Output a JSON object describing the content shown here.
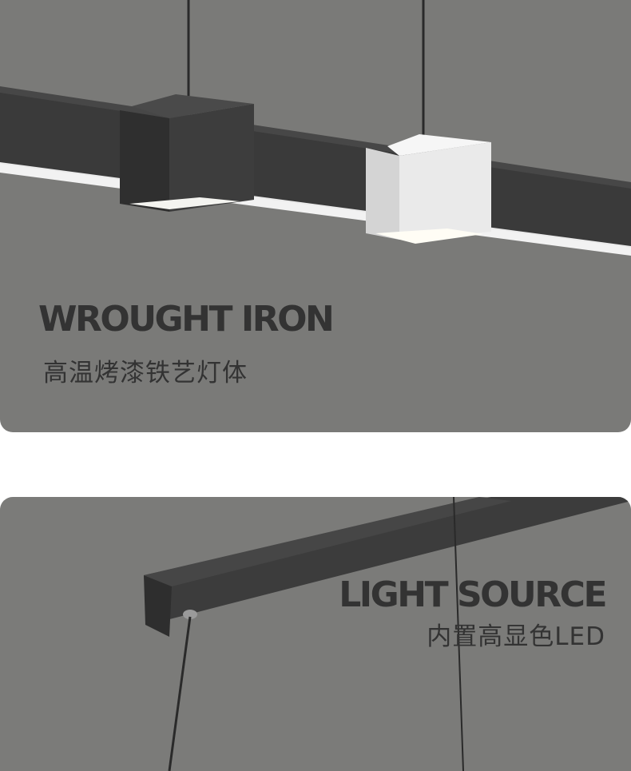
{
  "panels": [
    {
      "title": "WROUGHT IRON",
      "subtitle": "高温烤漆铁艺灯体",
      "colors": {
        "background": "#7a7a78",
        "bar": "#3a3a3a",
        "dark_cube": "#3b3b3b",
        "white_cube": "#e6e6e6",
        "led_glow": "#ffffff"
      }
    },
    {
      "title": "LIGHT SOURCE",
      "subtitle": "内置高显色LED",
      "colors": {
        "background": "#7b7b79",
        "bar": "#3c3c3c",
        "cable": "#2a2a2a"
      }
    }
  ],
  "text_color": "#333333",
  "page_background": "#ffffff"
}
